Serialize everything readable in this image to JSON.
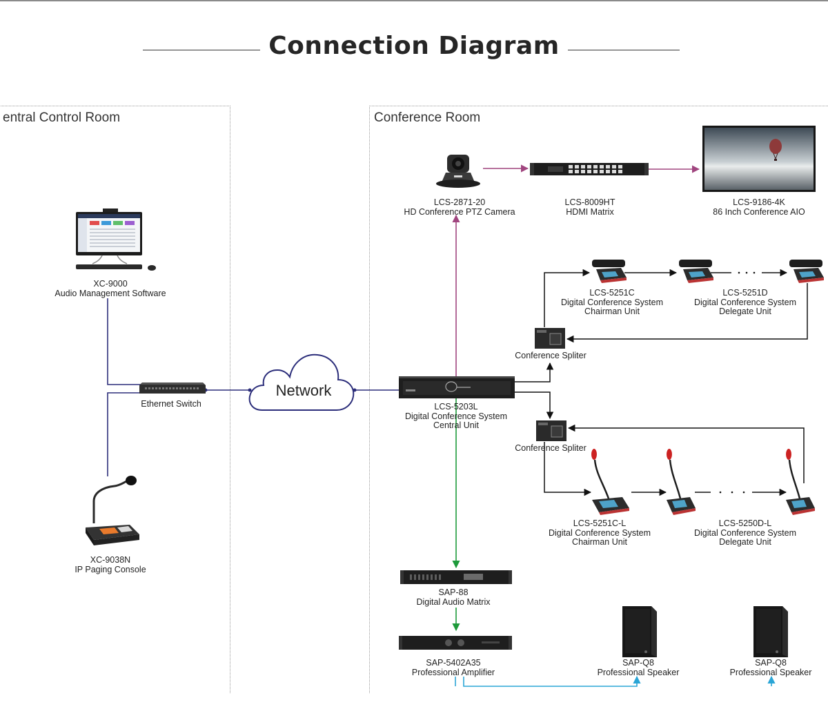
{
  "title": "Connection Diagram",
  "rooms": {
    "central": "entral Control Room",
    "conference": "Conference Room"
  },
  "network_label": "Network",
  "devices": {
    "xc9000": {
      "model": "XC-9000",
      "desc": "Audio Management Software"
    },
    "switch": {
      "desc": "Ethernet Switch"
    },
    "xc9038n": {
      "model": "XC-9038N",
      "desc": "IP Paging Console"
    },
    "camera": {
      "model": "LCS-2871-20",
      "desc": "HD Conference PTZ Camera"
    },
    "hdmi_matrix": {
      "model": "LCS-8009HT",
      "desc": "HDMI  Matrix"
    },
    "aio": {
      "model": "LCS-9186-4K",
      "desc": "86 Inch Conference AIO"
    },
    "central_unit": {
      "model": "LCS-5203L",
      "desc": "Digital Conference System",
      "desc2": "Central Unit"
    },
    "splitter_top": {
      "desc": "Conference Spliter"
    },
    "splitter_bottom": {
      "desc": "Conference Spliter"
    },
    "chair_c": {
      "model": "LCS-5251C",
      "desc": "Digital Conference System",
      "desc2": "Chairman Unit"
    },
    "delegate_d": {
      "model": "LCS-5251D",
      "desc": "Digital Conference System",
      "desc2": "Delegate Unit"
    },
    "chair_cl": {
      "model": "LCS-5251C-L",
      "desc": "Digital Conference System",
      "desc2": "Chairman Unit"
    },
    "delegate_dl": {
      "model": "LCS-5250D-L",
      "desc": "Digital Conference System",
      "desc2": "Delegate Unit"
    },
    "audio_matrix": {
      "model": "SAP-88",
      "desc": "Digital Audio Matrix"
    },
    "amplifier": {
      "model": "SAP-5402A35",
      "desc": "Professional Amplifier"
    },
    "speaker1": {
      "model": "SAP-Q8",
      "desc": "Professional Speaker"
    },
    "speaker2": {
      "model": "SAP-Q8",
      "desc": "Professional Speaker"
    }
  },
  "colors": {
    "network_line": "#2b2d7a",
    "video_line": "#a0457f",
    "audio_line": "#1d9a3a",
    "speaker_line": "#2aa5d6",
    "conference_line": "#111111"
  }
}
